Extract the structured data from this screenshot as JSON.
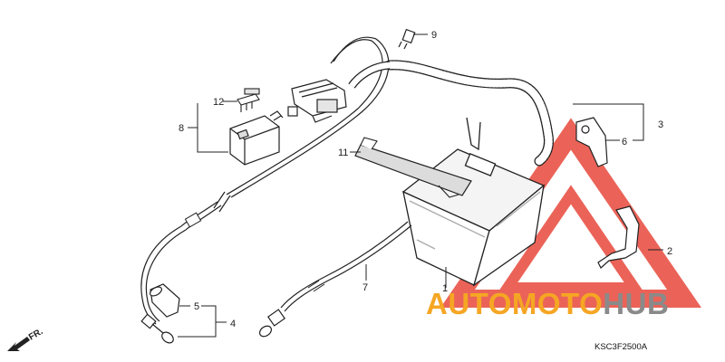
{
  "callouts": {
    "c1": "1",
    "c2": "2",
    "c3": "3",
    "c4": "4",
    "c5": "5",
    "c6": "6",
    "c7": "7",
    "c8": "8",
    "c9": "9",
    "c11": "11",
    "c12": "12"
  },
  "orientation": "FR.",
  "diagram_code": "KSC3F2500A",
  "watermark": {
    "part1": "AUTOMOTO",
    "part2": "HUB"
  },
  "colors": {
    "line": "#222222",
    "watermark_red": "#e8483c",
    "watermark_orange": "#f5a623",
    "watermark_gray": "#8a8a8a"
  }
}
